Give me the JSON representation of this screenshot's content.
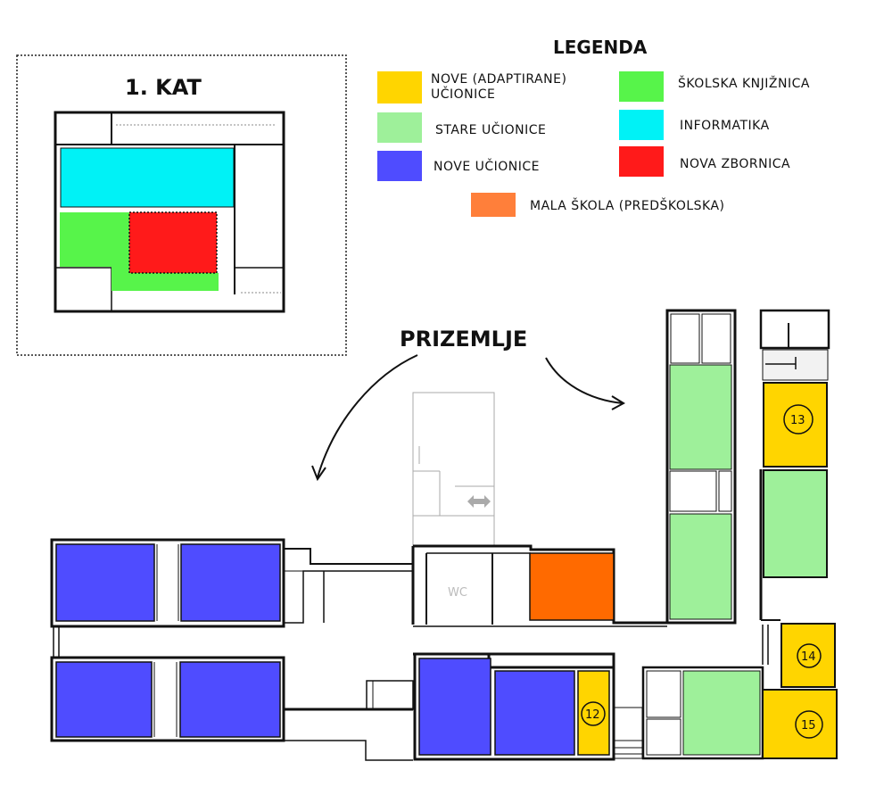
{
  "legend": {
    "title": "LEGENDA",
    "items": [
      {
        "label_line1": "NOVE (ADAPTIRANE)",
        "label_line2": "UČIONICE",
        "color": "#ffd500"
      },
      {
        "label_line1": "STARE UČIONICE",
        "color": "#9ef09a"
      },
      {
        "label_line1": "NOVE UČIONICE",
        "color": "#4f4cff"
      },
      {
        "label_line1": "ŠKOLSKA KNJIŽNICA",
        "color": "#57f44a"
      },
      {
        "label_line1": "INFORMATIKA",
        "color": "#00f2f6"
      },
      {
        "label_line1": "NOVA ZBORNICA",
        "color": "#ff1a1a"
      },
      {
        "label_line1": "MALA ŠKOLA (PREDŠKOLSKA)",
        "color": "#ff7f3a"
      }
    ]
  },
  "inset": {
    "title": "1. KAT"
  },
  "ground": {
    "title": "PRIZEMLJE"
  },
  "labels": {
    "wc": "WC"
  },
  "rooms": {
    "r12": "12",
    "r13": "13",
    "r14": "14",
    "r15": "15"
  },
  "colors": {
    "orange_room": "#ff6a00",
    "gray": "#aaaaaa"
  }
}
